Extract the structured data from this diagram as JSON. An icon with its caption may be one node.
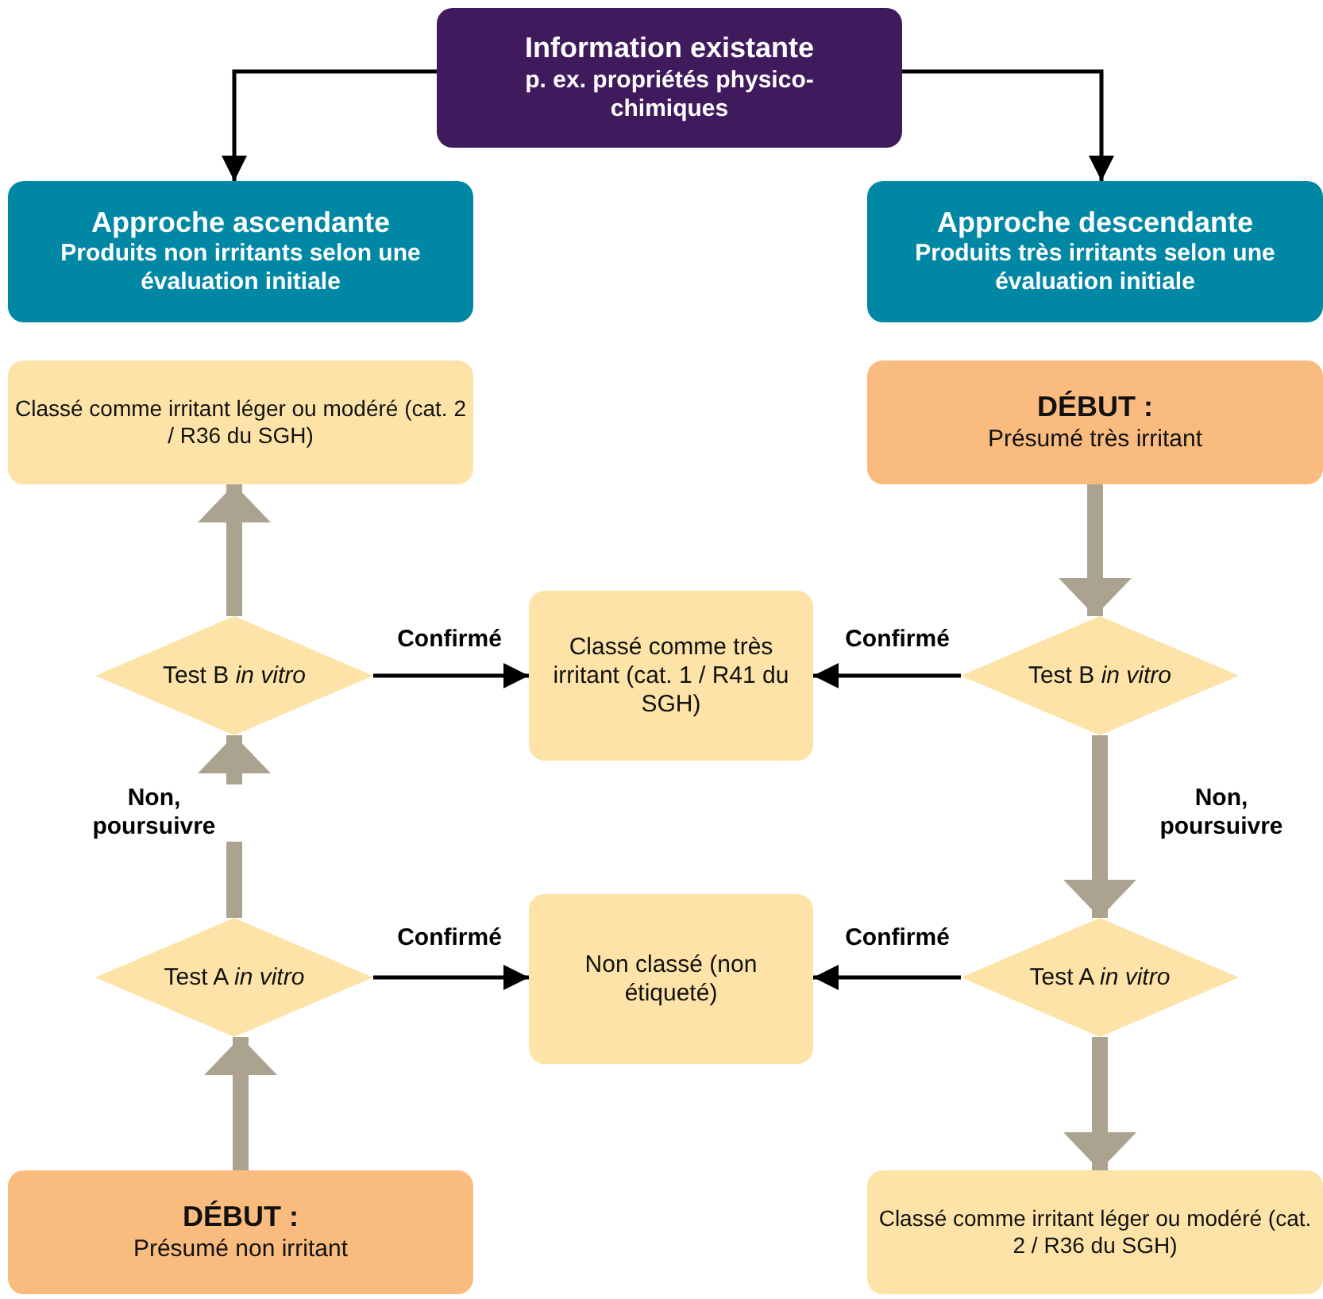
{
  "diagram": {
    "nodes": [
      {
        "text": [
          "Information existante",
          "p. ex. propriétés physico-chimiques"
        ]
      },
      {
        "text": [
          "Approche ascendante",
          "Produits non irritants selon une évaluation initiale"
        ]
      },
      {
        "text": [
          "Approche descendante",
          "Produits très irritants selon une évaluation initiale"
        ]
      },
      {
        "text": [
          "Classé comme irritant léger ou modéré (cat. 2 / R36 du SGH)"
        ]
      },
      {
        "text": [
          "DÉBUT :",
          "Présumé très irritant"
        ]
      },
      {
        "text": [
          "Test B *in vitro*"
        ]
      },
      {
        "text": [
          "Classé comme très irritant (cat. 1 / R41 du SGH)"
        ]
      },
      {
        "text": [
          "Test B *in vitro*"
        ]
      },
      {
        "text": [
          "Test A *in vitro*"
        ]
      },
      {
        "text": [
          "Non classé (non étiqueté)"
        ]
      },
      {
        "text": [
          "Test A *in vitro*"
        ]
      },
      {
        "text": [
          "DÉBUT :",
          "Présumé non irritant"
        ]
      },
      {
        "text": [
          "Classé comme irritant léger ou modéré (cat. 2 / R36 du SGH)"
        ]
      }
    ],
    "edges": [
      {
        "from": 0,
        "to": 1,
        "arrow": "to"
      },
      {
        "from": 0,
        "to": 2,
        "arrow": "to"
      },
      {
        "from": 11,
        "to": 8,
        "arrow": "to",
        "style": "thick",
        "color": "#aba390"
      },
      {
        "from": 8,
        "to": 5,
        "arrow": "to",
        "style": "thick",
        "color": "#aba390",
        "label": "Non, poursuivre"
      },
      {
        "from": 5,
        "to": 3,
        "arrow": "to",
        "style": "thick",
        "color": "#aba390"
      },
      {
        "from": 4,
        "to": 7,
        "arrow": "to",
        "style": "thick",
        "color": "#aba390"
      },
      {
        "from": 7,
        "to": 10,
        "arrow": "to",
        "style": "thick",
        "color": "#aba390",
        "label": "Non, poursuivre"
      },
      {
        "from": 10,
        "to": 12,
        "arrow": "to",
        "style": "thick",
        "color": "#aba390"
      },
      {
        "from": 5,
        "to": 6,
        "arrow": "to",
        "label": "Confirmé"
      },
      {
        "from": 7,
        "to": 6,
        "arrow": "to",
        "label": "Confirmé"
      },
      {
        "from": 8,
        "to": 9,
        "arrow": "to",
        "label": "Confirmé"
      },
      {
        "from": 10,
        "to": 9,
        "arrow": "to",
        "label": "Confirmé"
      }
    ]
  }
}
